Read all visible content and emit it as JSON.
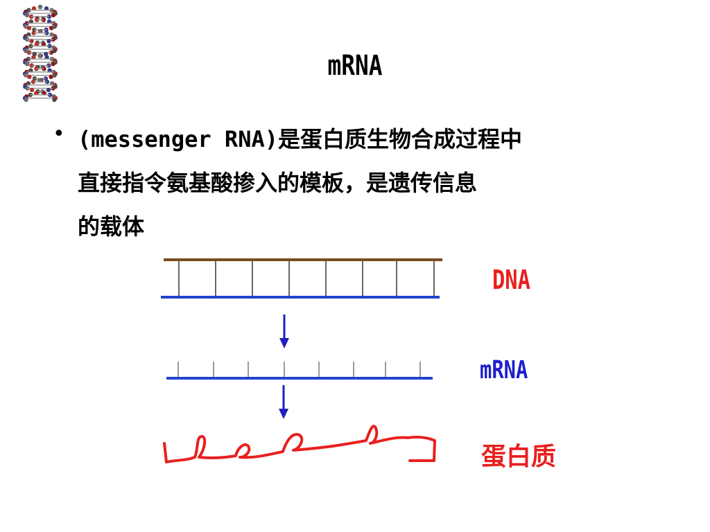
{
  "slide": {
    "title": "mRNA",
    "bullet": {
      "symbol": "•",
      "lines": [
        "(messenger RNA)是蛋白质生物合成过程中",
        "直接指令氨基酸掺入的模板，是遗传信息",
        "的载体"
      ]
    },
    "diagram": {
      "labels": {
        "dna": "DNA",
        "mrna": "mRNA",
        "protein": "蛋白质"
      }
    }
  },
  "colors": {
    "dna_label": "#e8201f",
    "mrna_label": "#1f1fcc",
    "protein_label": "#e8201f",
    "strand_blue": "#2244cc",
    "strand_brown": "#7a4a1e",
    "arrow": "#1f1fbf",
    "protein_chain": "#e8201f"
  }
}
